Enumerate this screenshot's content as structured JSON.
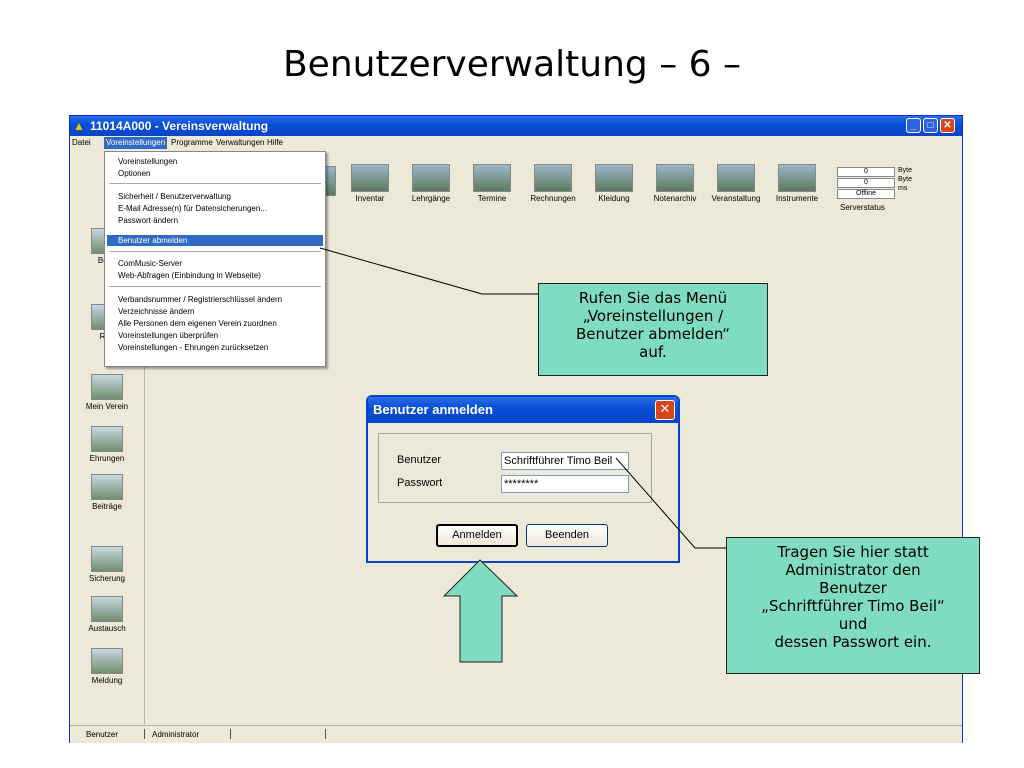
{
  "slide": {
    "title": "Benutzerverwaltung – 6 –"
  },
  "window": {
    "title": "11014A000 - Vereinsverwaltung",
    "controls": {
      "minimize": "_",
      "maximize": "□",
      "close": "✕"
    }
  },
  "menubar": {
    "items": [
      "Datei",
      "Voreinstellungen",
      "Programme",
      "Verwaltungen",
      "Hilfe"
    ],
    "active": "Voreinstellungen"
  },
  "toolbar": {
    "items": [
      "Inventar",
      "Lehrgänge",
      "Termine",
      "Rechnungen",
      "Kleidung",
      "Notenarchiv",
      "Veranstaltung",
      "Instrumente"
    ],
    "server_status": {
      "values": [
        "0",
        "0",
        "Offline"
      ],
      "units": [
        "Byte",
        "Byte",
        "ms"
      ],
      "label": "Serverstatus"
    }
  },
  "sidebar": {
    "items": [
      "Buch",
      "Rep",
      "Mein Verein",
      "Ehrungen",
      "Beiträge",
      "Sicherung",
      "Austausch",
      "Meldung"
    ]
  },
  "dropdown": {
    "group1": [
      "Voreinstellungen",
      "Optionen"
    ],
    "group2": [
      "Sicherheit / Benutzerverwaltung",
      "E-Mail Adresse(n) für Datensicherungen...",
      "Passwort ändern",
      "Benutzer abmelden"
    ],
    "group3": [
      "ComMusic-Server",
      "Web-Abfragen (Einbindung in Webseite)"
    ],
    "group4": [
      "Verbandsnummer / Registrierschlüssel ändern",
      "Verzeichnisse ändern",
      "Alle Personen dem eigenen Verein zuordnen",
      "Voreinstellungen überprüfen",
      "Voreinstellungen - Ehrungen zurücksetzen"
    ],
    "highlighted": "Benutzer abmelden"
  },
  "dialog": {
    "title": "Benutzer anmelden",
    "user_label": "Benutzer",
    "user_value": "Schriftführer Timo Beil",
    "password_label": "Passwort",
    "password_value": "********",
    "login_button": "Anmelden",
    "exit_button": "Beenden"
  },
  "statusbar": {
    "label": "Benutzer",
    "value": "Administrator"
  },
  "callouts": {
    "menu_hint": [
      "Rufen Sie das Menü",
      "„Voreinstellungen /",
      "Benutzer abmelden“",
      "auf."
    ],
    "login_hint": [
      "Tragen Sie hier statt",
      "Administrator den",
      "Benutzer",
      "„Schriftführer Timo Beil“",
      "und",
      "dessen Passwort ein."
    ]
  },
  "colors": {
    "callout_fill": "#7fdcc0",
    "titlebar": "#0a4fd8",
    "menu_highlight": "#316ac5",
    "close_button": "#d9441c"
  }
}
